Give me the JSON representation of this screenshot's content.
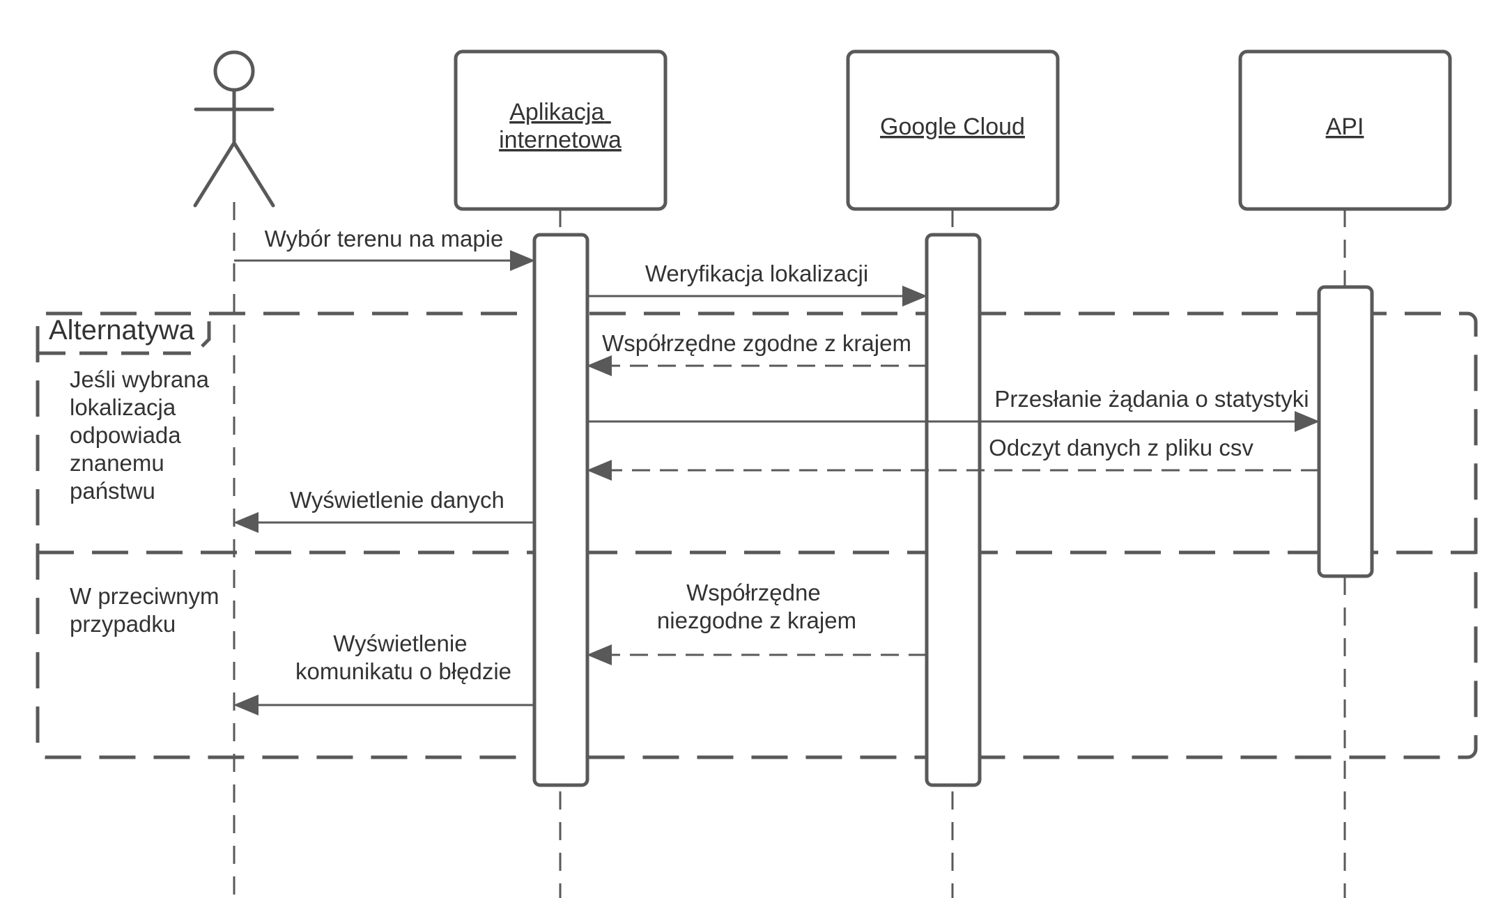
{
  "participants": [
    {
      "id": "actor",
      "label": ""
    },
    {
      "id": "app",
      "label_lines": [
        "Aplikacja",
        "internetowa"
      ]
    },
    {
      "id": "gcloud",
      "label_lines": [
        "Google Cloud"
      ]
    },
    {
      "id": "api",
      "label_lines": [
        "API"
      ]
    }
  ],
  "fragment": {
    "title": "Alternatywa",
    "guard1_lines": [
      "Jeśli wybrana",
      "lokalizacja",
      "odpowiada",
      "znanemu",
      "państwu"
    ],
    "guard2_lines": [
      "W przeciwnym",
      "przypadku"
    ]
  },
  "messages": [
    {
      "id": "m1",
      "lines": [
        "Wybór terenu na mapie"
      ],
      "style": "solid"
    },
    {
      "id": "m2",
      "lines": [
        "Weryfikacja lokalizacji"
      ],
      "style": "solid"
    },
    {
      "id": "m3",
      "lines": [
        "Współrzędne zgodne z krajem"
      ],
      "style": "dashed"
    },
    {
      "id": "m4",
      "lines": [
        "Przesłanie żądania o statystyki"
      ],
      "style": "solid"
    },
    {
      "id": "m5",
      "lines": [
        "Odczyt danych z pliku csv"
      ],
      "style": "dashed"
    },
    {
      "id": "m6",
      "lines": [
        "Wyświetlenie danych"
      ],
      "style": "solid"
    },
    {
      "id": "m7",
      "lines": [
        "Współrzędne",
        "niezgodne z krajem"
      ],
      "style": "dashed"
    },
    {
      "id": "m8",
      "lines": [
        "Wyświetlenie",
        "komunikatu o błędzie"
      ],
      "style": "solid"
    }
  ],
  "colors": {
    "stroke": "#595959",
    "text": "#333333",
    "background": "#ffffff"
  }
}
